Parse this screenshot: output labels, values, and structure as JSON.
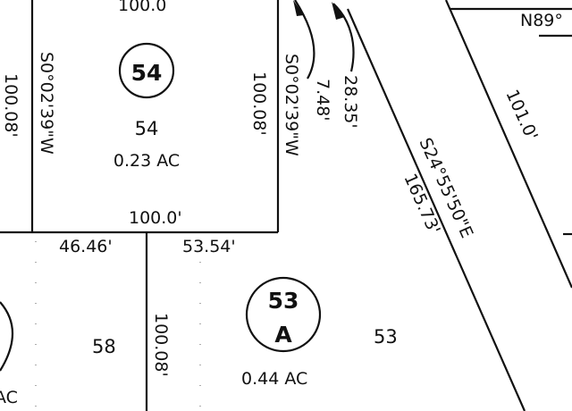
{
  "map": {
    "top_dimension": "100.0",
    "bearing_top_right": "N89°",
    "parcels": [
      {
        "lot_number": "54",
        "circle_label": "54",
        "area": "0.23 AC",
        "left_side_length": "100.08'",
        "left_side_bearing": "S0°02'39\"W",
        "right_side_length": "100.08'",
        "right_side_bearing": "S0°02'39\"W",
        "bottom_length": "100.0'"
      },
      {
        "lot_number": "53",
        "circle_label_top": "53",
        "circle_label_bottom": "A",
        "area": "0.44 AC",
        "frontage_left": "46.46'",
        "frontage_right": "53.54'",
        "left_side_length": "100.08'"
      },
      {
        "lot_number": "58",
        "area_partial": "AC"
      }
    ],
    "arc_labels": [
      "7.48'",
      "28.35'"
    ],
    "diagonal_bearing": "S24°55'50\"E",
    "diagonal_length": "165.73'",
    "right_lot_length": "101.0'"
  }
}
